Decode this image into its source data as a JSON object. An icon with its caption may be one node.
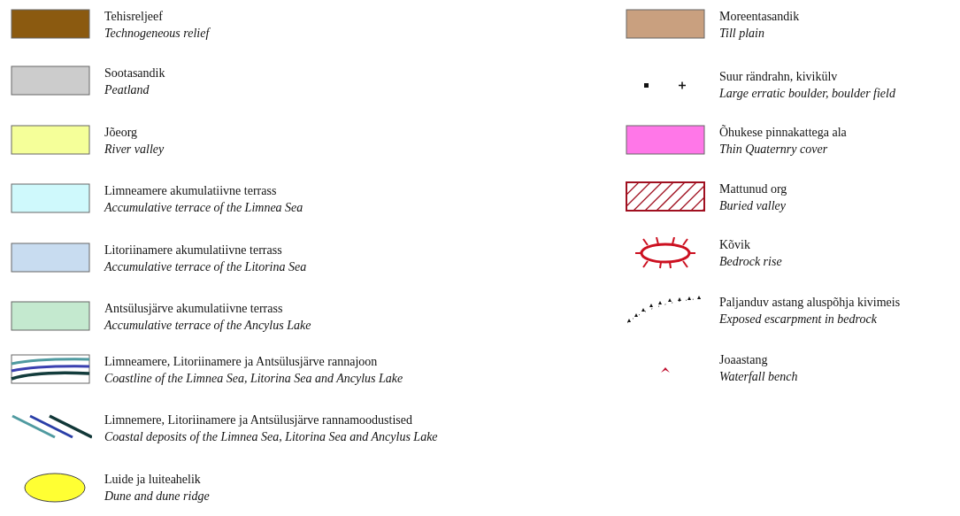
{
  "diagram": {
    "legend": [
      {
        "text": "Tehisreljeef *Technogeneous relief*",
        "color": "#8b5a10"
      },
      {
        "text": "Sootasandik *Peatland*",
        "color": "#cccccc"
      },
      {
        "text": "Jõeorg *River valley*",
        "color": "#f5ff99"
      },
      {
        "text": "Limneamere akumulatiivne terrass *Accumulative terrace of the Limnea Sea*",
        "color": "#cff9fc"
      },
      {
        "text": "Litoriinamere akumulatiivne terrass *Accumulative terrace of the Litorina Sea*",
        "color": "#c8dcf0"
      },
      {
        "text": "Antsülusjärve akumulatiivne terrass *Accumulative terrace of the Ancylus Lake*",
        "color": "#c4e9cf"
      },
      {
        "text": "Limneamere, Litoriinamere ja Antsülusjärve rannajoon *Coastline of the Limnea Sea, Litorina Sea and Ancylus Lake*"
      },
      {
        "text": "Limnemere, Litoriinamere ja Antsülusjärve rannamoodustised *Coastal deposits of the Limnea Sea, Litorina Sea and Ancylus Lake*"
      },
      {
        "text": "Luide ja luiteahelik *Dune and dune ridge*",
        "color": "#ffff33"
      },
      {
        "text": "Moreentasandik *Till plain*",
        "color": "#c9a07f"
      },
      {
        "text": "Suur rändrahn, kivikülv *Large erratic boulder, boulder field*"
      },
      {
        "text": "Õhukese pinnakattega ala *Thin Quaternry cover*",
        "color": "#ff77e8"
      },
      {
        "text": "Mattunud org *Buried valley*"
      },
      {
        "text": "Kõvik *Bedrock rise*"
      },
      {
        "text": "Paljanduv astang aluspõhja kivimeis *Exposed escarpment in bedrock*"
      },
      {
        "text": "Joaastang *Waterfall bench*"
      }
    ]
  }
}
